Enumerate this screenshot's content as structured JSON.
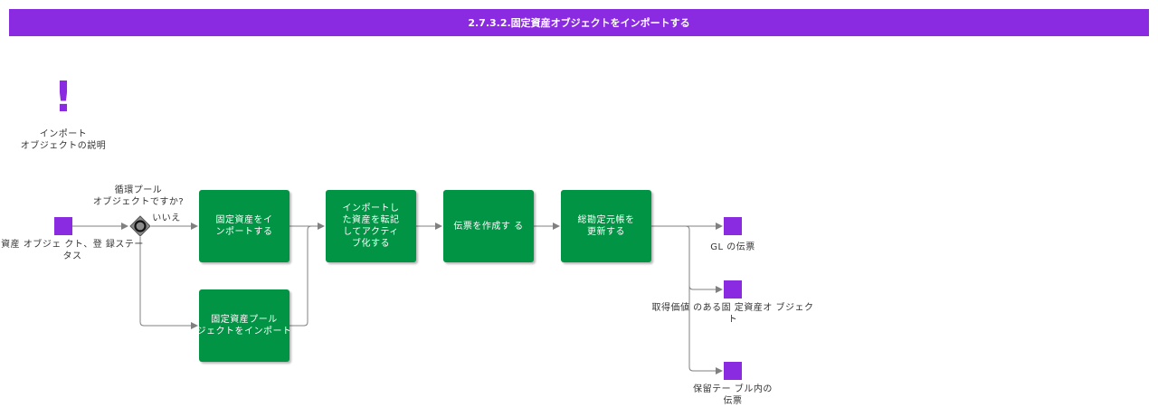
{
  "header": {
    "title": "2.7.3.2.固定資産オブジェクトをインポートする"
  },
  "annotation": {
    "symbol": "!",
    "text": "インポート\nオブジェクトの説明"
  },
  "start_object": {
    "label": "資産 オブジェ クト、登 録ステー\nタス"
  },
  "gateway": {
    "question": "循環プール\nオブジェクトですか?",
    "no_label": "いいえ"
  },
  "tasks": [
    {
      "label": "固定資産をイ\nンポートする"
    },
    {
      "label": "固定資産プール\nジェクトをインポート"
    },
    {
      "label": "インポートし\nた資産を転記\nしてアクティ\nブ化する"
    },
    {
      "label": "伝票を作成す る"
    },
    {
      "label": "総勘定元帳を\n更新する"
    }
  ],
  "outputs": [
    {
      "label": "GL の伝票"
    },
    {
      "label": "取得価値 のある固 定資産オ ブジェク\nト"
    },
    {
      "label": "保留テー ブル内の\n伝票"
    }
  ],
  "colors": {
    "accent": "#8a2be2",
    "task": "#009444",
    "connector": "#808080"
  }
}
